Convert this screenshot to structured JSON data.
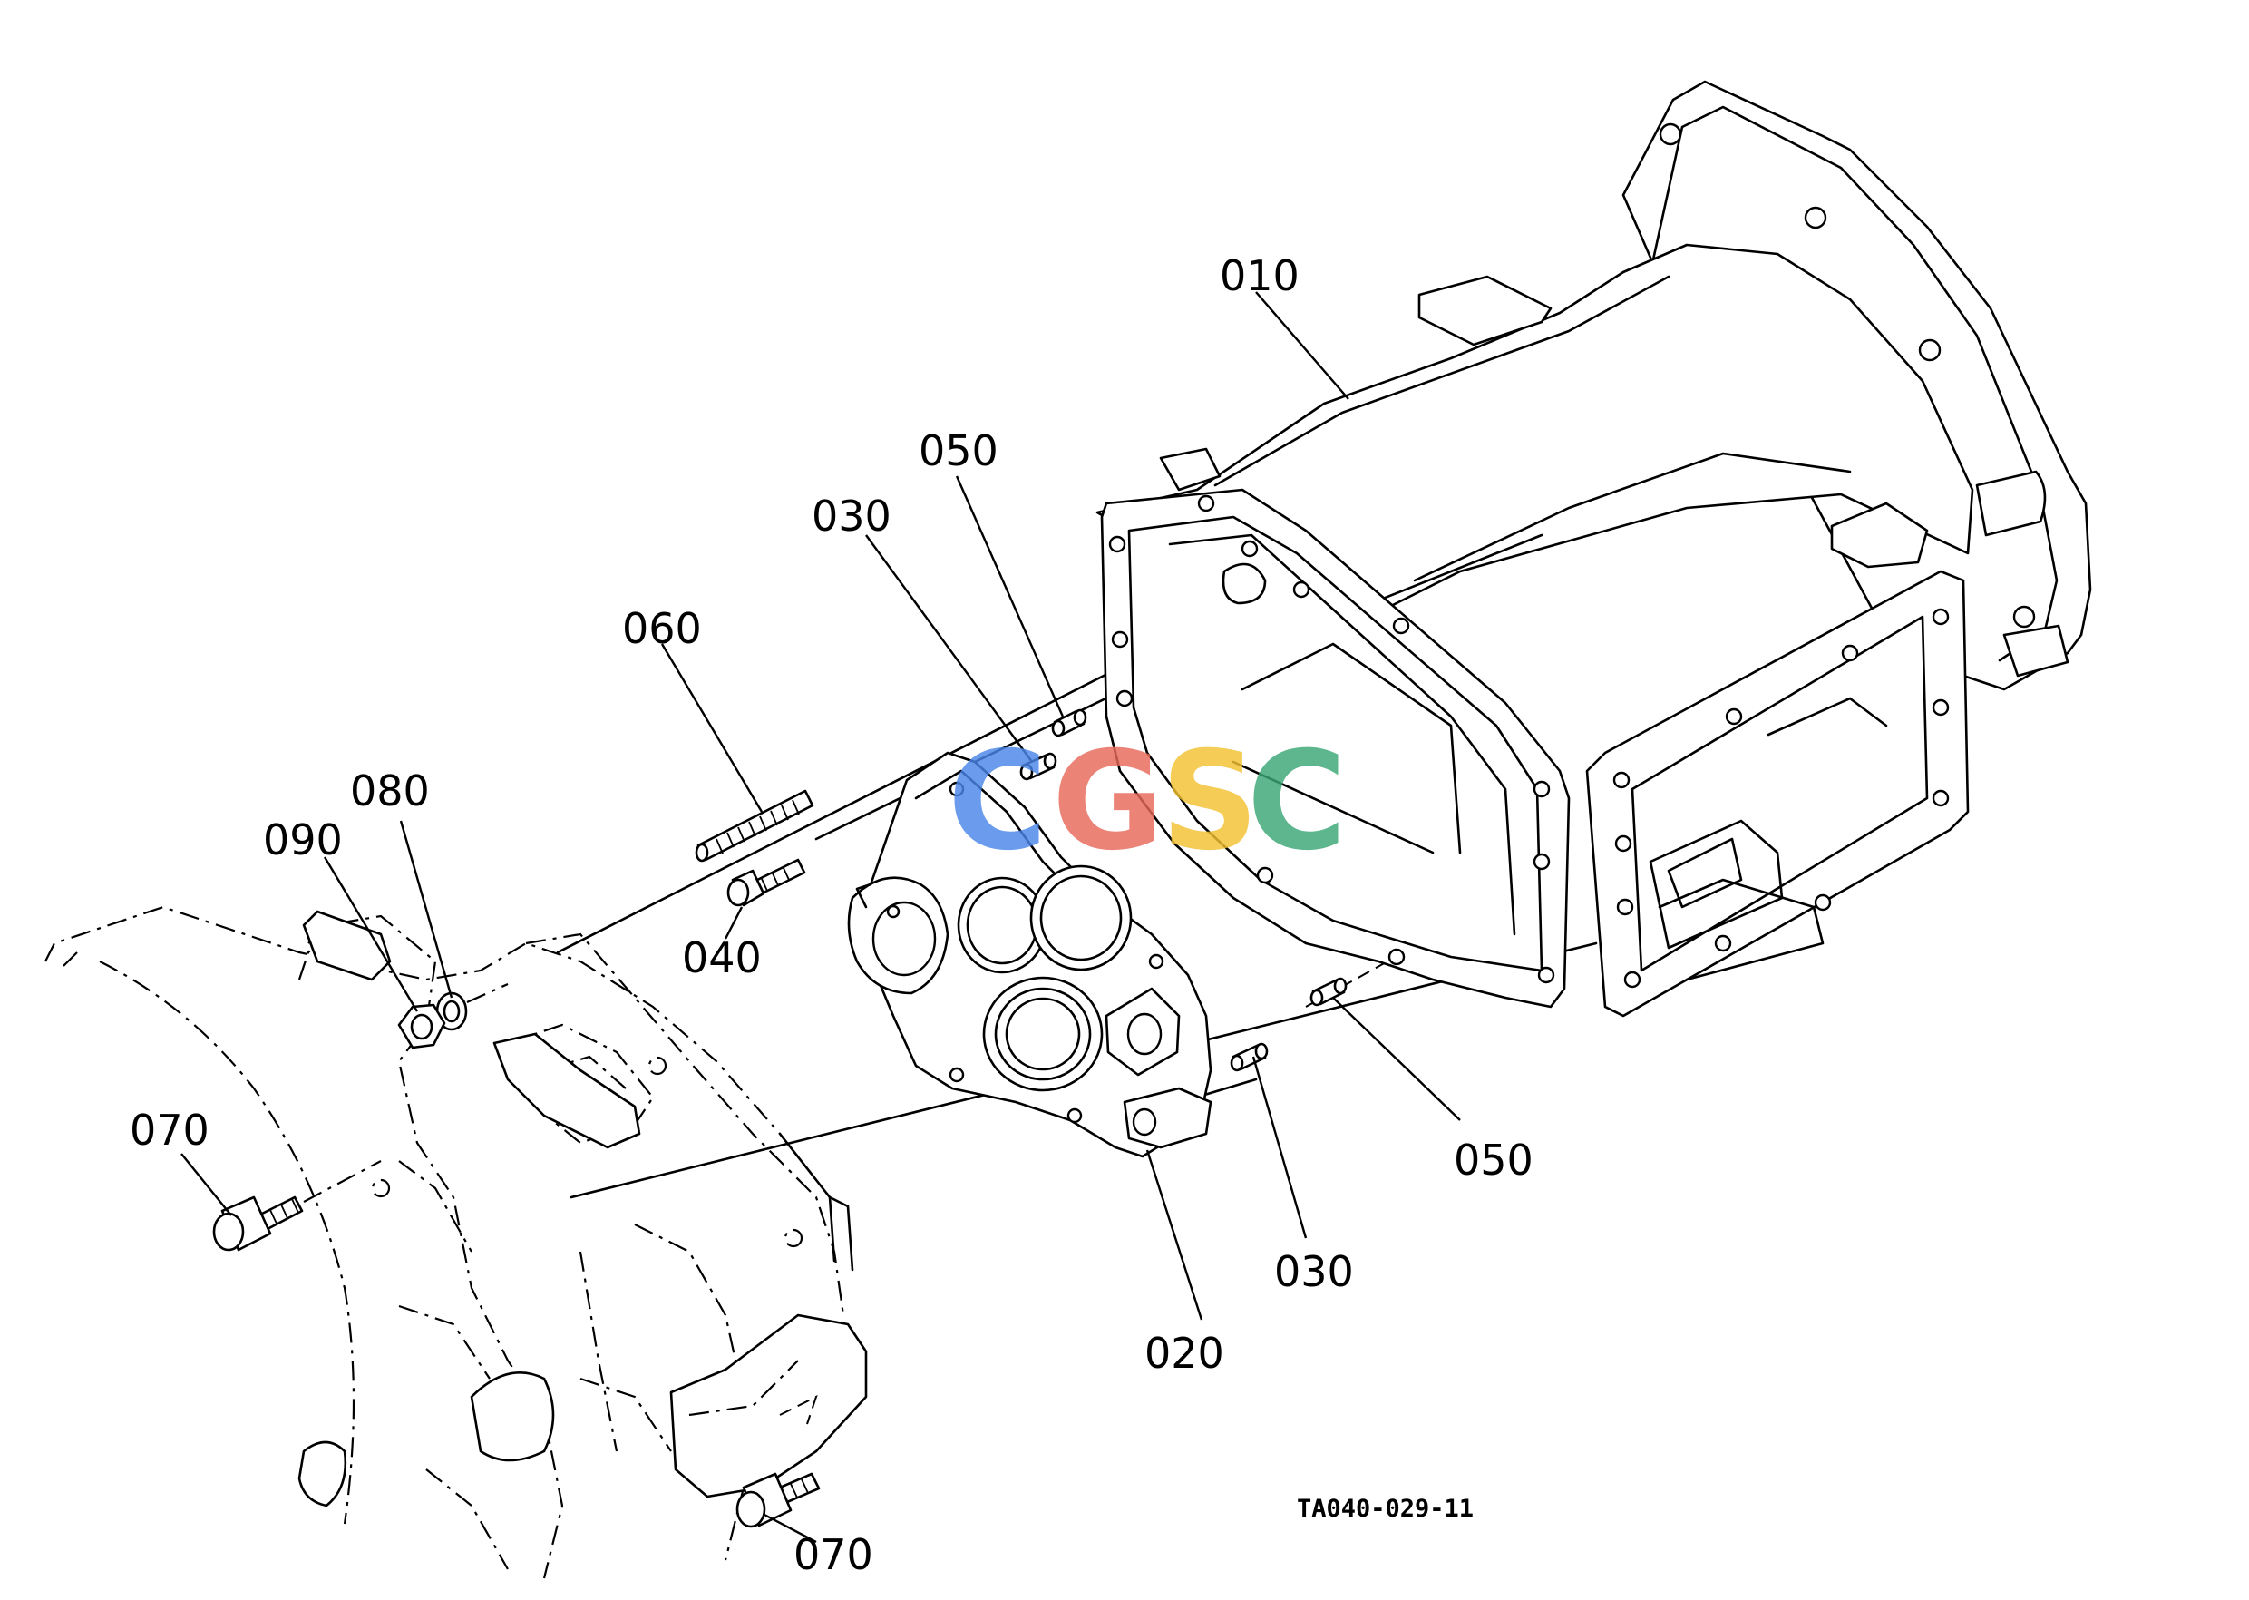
{
  "callouts": {
    "c010": "010",
    "c020": "020",
    "c030_top": "030",
    "c030_bottom": "030",
    "c040": "040",
    "c050_top": "050",
    "c050_bottom": "050",
    "c060": "060",
    "c070_left": "070",
    "c070_bottom": "070",
    "c080": "080",
    "c090": "090"
  },
  "figure_reference": "TA040-029-11",
  "watermark": {
    "letters": [
      "C",
      "G",
      "S",
      "C"
    ],
    "colors": [
      "#4a86e8",
      "#e8685a",
      "#f2c232",
      "#3aa775"
    ]
  }
}
